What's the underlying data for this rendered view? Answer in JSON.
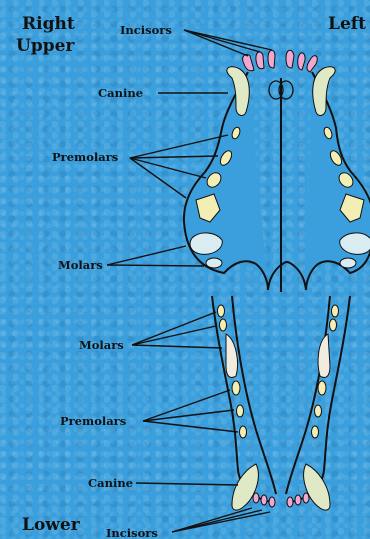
{
  "upper": {
    "corner_right": "Right",
    "corner_upper": "Upper",
    "corner_left": "Left",
    "labels": {
      "incisors": "Incisors",
      "canine": "Canine",
      "premolars": "Premolars",
      "molars": "Molars"
    }
  },
  "lower": {
    "corner_lower": "Lower",
    "labels": {
      "molars": "Molars",
      "premolars": "Premolars",
      "canine": "Canine",
      "incisors": "Incisors"
    }
  },
  "colors": {
    "background": "#3a9fdc",
    "canine": "#dfe9c6",
    "incisor": "#f0a8d2",
    "premolar": "#f3efb4",
    "molar": "#d8ecf2",
    "outline": "#111111"
  }
}
